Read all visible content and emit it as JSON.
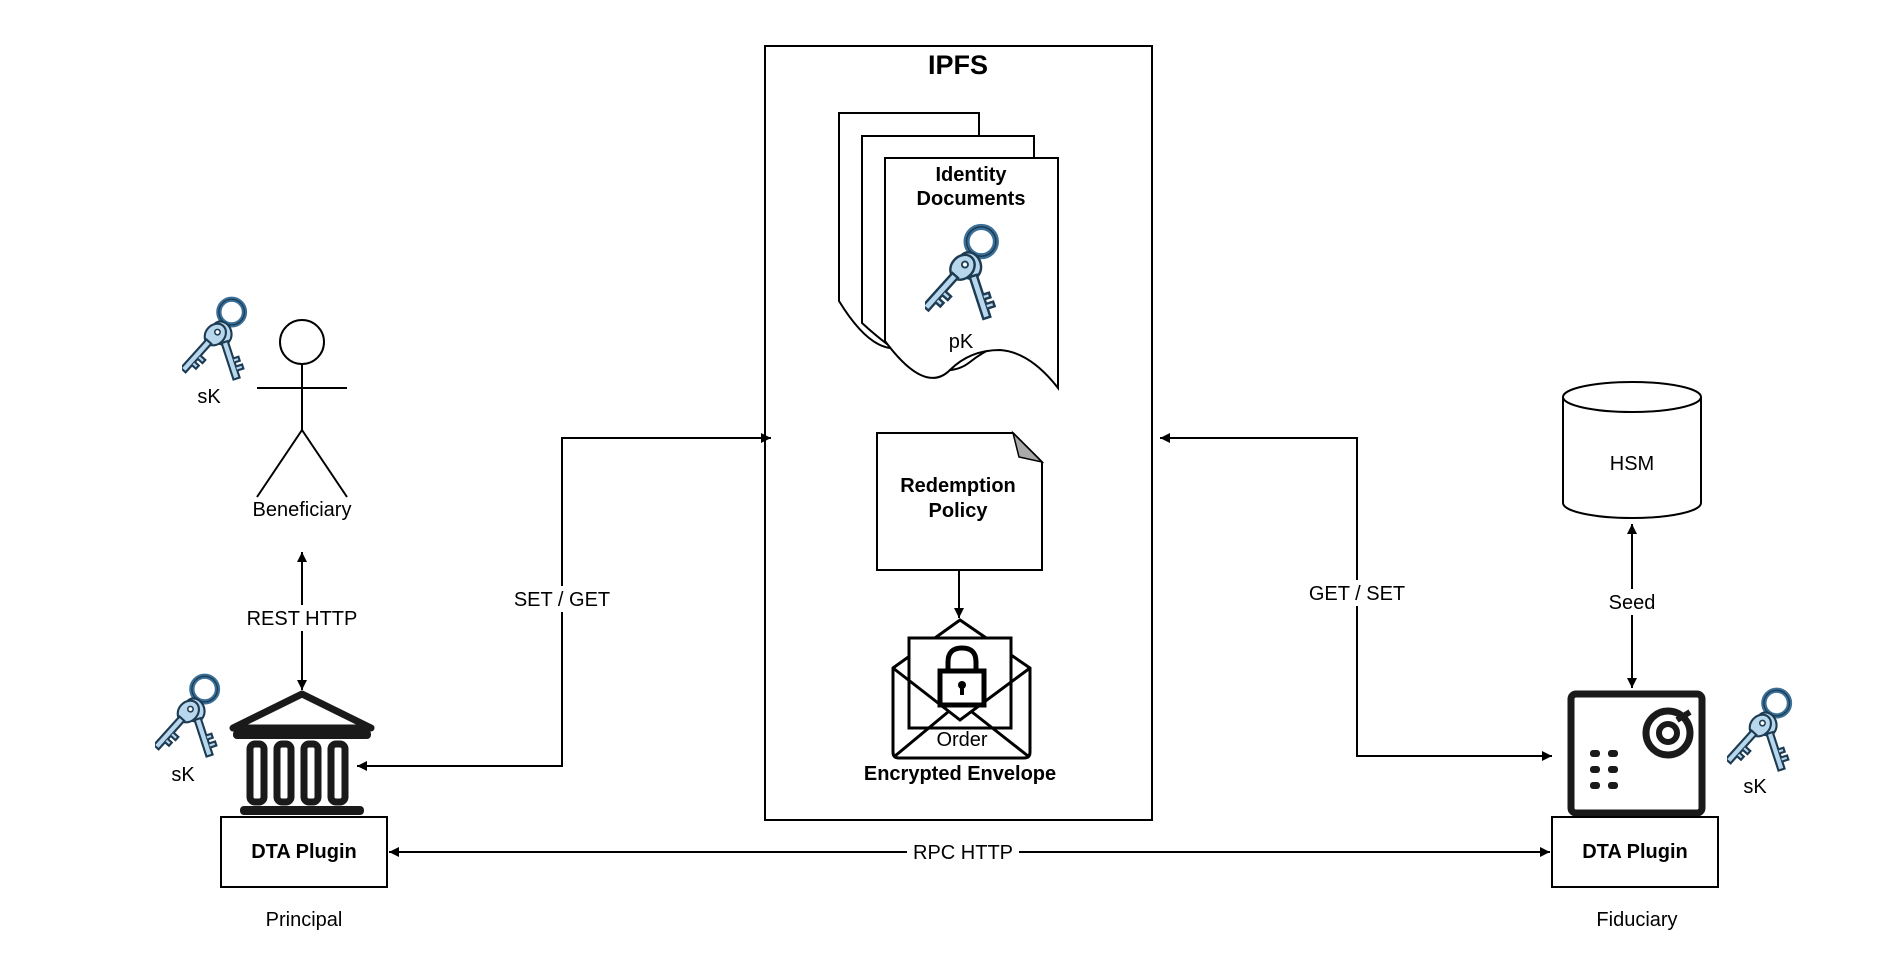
{
  "ipfs": {
    "title": "IPFS",
    "identity_documents": [
      "Identity",
      "Documents"
    ],
    "public_key_label": "pK",
    "redemption_policy": [
      "Redemption",
      "Policy"
    ],
    "envelope_order_label": "Order",
    "encrypted_envelope": "Encrypted Envelope"
  },
  "beneficiary": {
    "name": "Beneficiary",
    "key_label": "sK"
  },
  "principal": {
    "key_label": "sK",
    "plugin_label": "DTA Plugin",
    "name": "Principal"
  },
  "fiduciary": {
    "key_label": "sK",
    "plugin_label": "DTA Plugin",
    "name": "Fiduciary",
    "hsm_label": "HSM"
  },
  "connections": {
    "rest_http": "REST HTTP",
    "set_get": "SET / GET",
    "get_set": "GET / SET",
    "seed": "Seed",
    "rpc_http": "RPC HTTP"
  },
  "colors": {
    "key_fill": "#b9d7ec",
    "key_outline": "#27445c",
    "ring": "#3a6f98",
    "stroke": "#000000"
  }
}
